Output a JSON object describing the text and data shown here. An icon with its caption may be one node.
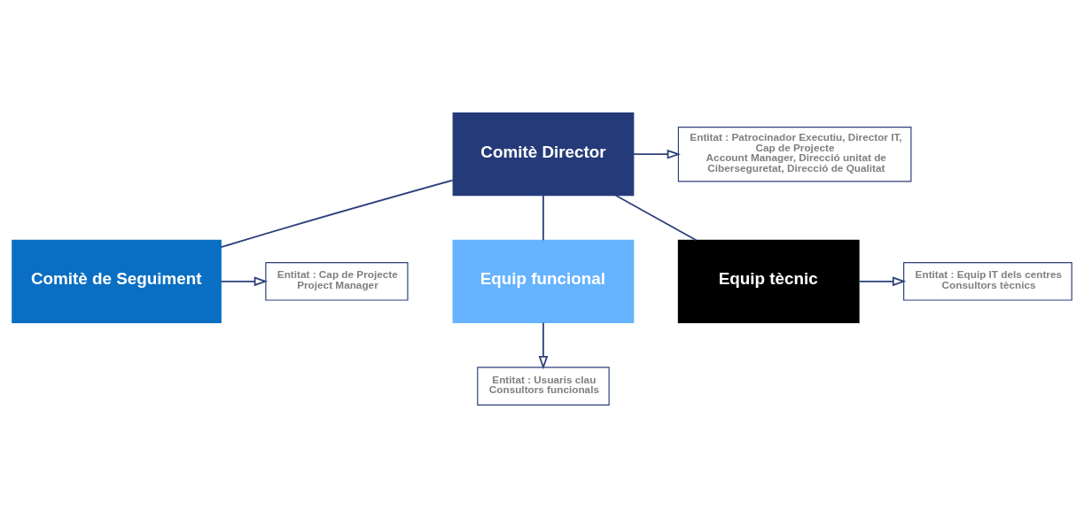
{
  "diagram": {
    "nodes": [
      {
        "text": [
          "Comitè Director"
        ]
      },
      {
        "text": [
          "Entitat : Patrocinador Executiu, Director IT, Cap de Projecte",
          "Account Manager, Direcció unitat de Ciberseguretat, Direcció de Qualitat"
        ]
      },
      {
        "text": [
          "Comitè de Seguiment"
        ]
      },
      {
        "text": [
          "Entitat : Cap de Projecte",
          "Project Manager"
        ]
      },
      {
        "text": [
          "Equip funcional"
        ]
      },
      {
        "text": [
          "Equip tècnic"
        ]
      },
      {
        "text": [
          "Entitat : Equip IT dels centres",
          "Consultors tècnics"
        ]
      },
      {
        "text": [
          "Entitat : Usuaris clau",
          "Consultors funcionals"
        ]
      }
    ],
    "edges": [
      {
        "from": 0,
        "to": 1,
        "arrow": "to"
      },
      {
        "from": 0,
        "to": 2,
        "arrow": "none"
      },
      {
        "from": 2,
        "to": 3,
        "arrow": "to"
      },
      {
        "from": 0,
        "to": 4,
        "arrow": "none"
      },
      {
        "from": 0,
        "to": 5,
        "arrow": "none"
      },
      {
        "from": 5,
        "to": 6,
        "arrow": "to"
      },
      {
        "from": 4,
        "to": 7,
        "arrow": "to"
      }
    ]
  }
}
